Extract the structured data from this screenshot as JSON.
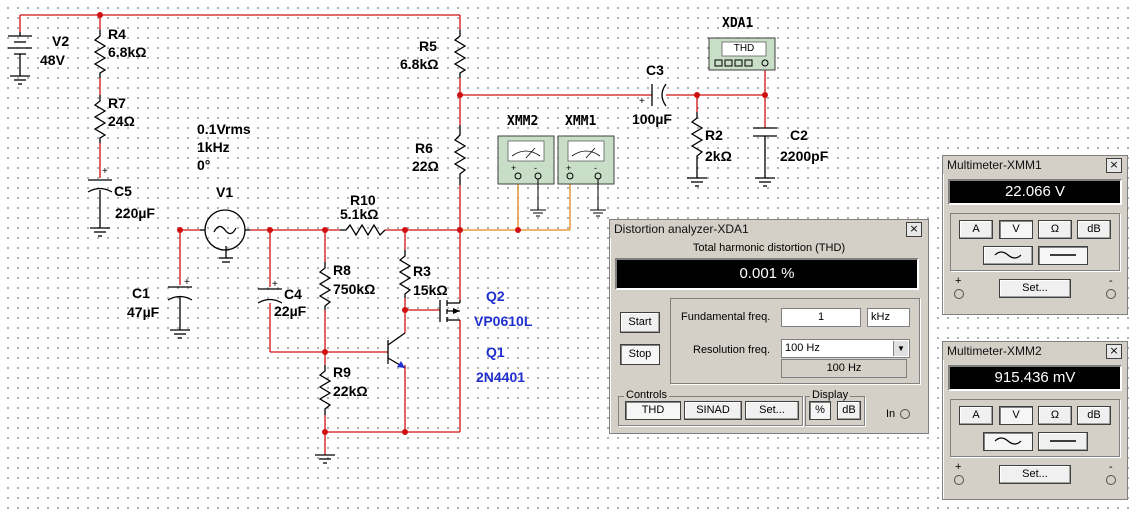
{
  "components": {
    "V2": {
      "name": "V2",
      "value": "48V"
    },
    "R4": {
      "name": "R4",
      "value": "6.8kΩ"
    },
    "R7": {
      "name": "R7",
      "value": "24Ω"
    },
    "C5": {
      "name": "C5",
      "value": "220µF"
    },
    "R5": {
      "name": "R5",
      "value": "6.8kΩ"
    },
    "R6": {
      "name": "R6",
      "value": "22Ω"
    },
    "V1": {
      "name": "V1",
      "params": [
        "0.1Vrms",
        "1kHz",
        "0°"
      ]
    },
    "R10": {
      "name": "R10",
      "value": "5.1kΩ"
    },
    "C1": {
      "name": "C1",
      "value": "47µF"
    },
    "C4": {
      "name": "C4",
      "value": "22µF"
    },
    "R8": {
      "name": "R8",
      "value": "750kΩ"
    },
    "R3": {
      "name": "R3",
      "value": "15kΩ"
    },
    "R9": {
      "name": "R9",
      "value": "22kΩ"
    },
    "Q2": {
      "name": "Q2",
      "value": "VP0610L"
    },
    "Q1": {
      "name": "Q1",
      "value": "2N4401"
    },
    "C3": {
      "name": "C3",
      "value": "100µF"
    },
    "R2": {
      "name": "R2",
      "value": "2kΩ"
    },
    "C2": {
      "name": "C2",
      "value": "2200pF"
    }
  },
  "instruments": {
    "xda1": {
      "name": "XDA1",
      "screen": "THD"
    },
    "xmm1": {
      "name": "XMM1"
    },
    "xmm2": {
      "name": "XMM2"
    }
  },
  "distortion_window": {
    "title": "Distortion analyzer-XDA1",
    "close": "×",
    "heading": "Total harmonic distortion (THD)",
    "reading": "0.001 %",
    "start": "Start",
    "stop": "Stop",
    "fundamental_label": "Fundamental freq.",
    "fundamental_value": "1",
    "fundamental_unit": "kHz",
    "resolution_label": "Resolution freq.",
    "resolution_value": "100 Hz",
    "resolution_display": "100 Hz",
    "controls_label": "Controls",
    "thd_btn": "THD",
    "sinad_btn": "SINAD",
    "set_btn": "Set...",
    "display_label": "Display",
    "percent_btn": "%",
    "db_btn": "dB",
    "in_label": "In"
  },
  "xmm1_window": {
    "title": "Multimeter-XMM1",
    "close": "×",
    "reading": "22.066 V",
    "btn_a": "A",
    "btn_v": "V",
    "btn_ohm": "Ω",
    "btn_db": "dB",
    "set_btn": "Set...",
    "plus": "+",
    "minus": "-"
  },
  "xmm2_window": {
    "title": "Multimeter-XMM2",
    "close": "×",
    "reading": "915.436 mV",
    "btn_a": "A",
    "btn_v": "V",
    "btn_ohm": "Ω",
    "btn_db": "dB",
    "set_btn": "Set...",
    "plus": "+",
    "minus": "-"
  }
}
